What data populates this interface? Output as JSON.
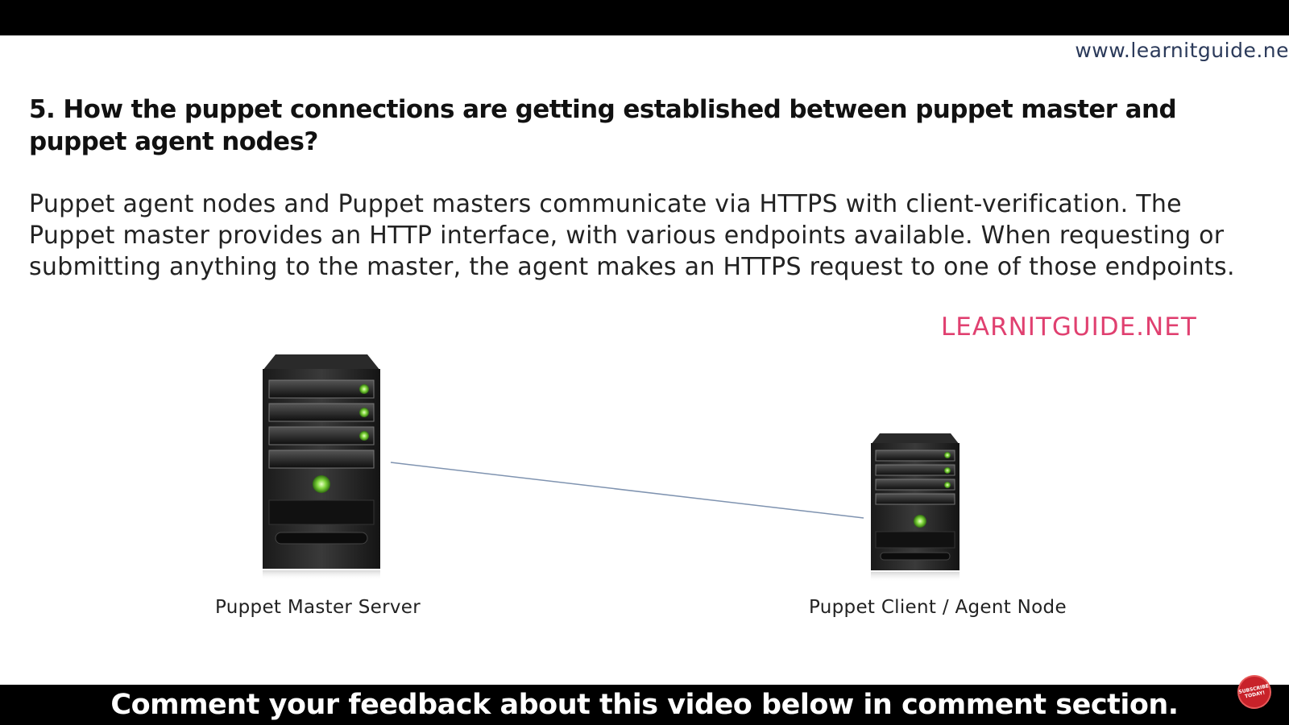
{
  "slide": {
    "site_url": "www.learnitguide.ne",
    "question": "5. How the puppet connections are getting established between puppet master and puppet agent nodes?",
    "answer": "Puppet agent nodes and Puppet masters communicate via HTTPS with client-verification. The Puppet master provides an HTTP interface, with various endpoints available. When requesting or submitting anything to the master, the agent makes an HTTPS request to one of those endpoints.",
    "brand_text": "LEARNITGUIDE.NET",
    "brand_color": "#e04070",
    "diagram": {
      "master_label": "Puppet Master Server",
      "agent_label": "Puppet Client / Agent Node",
      "master_icon": "server-tower-icon",
      "agent_icon": "server-tower-icon",
      "connection_color": "#7f93b0"
    }
  },
  "caption_bar": {
    "text": "Comment your feedback about this video below in comment section.",
    "badge_text": "SUBSCRIBE TODAY!"
  }
}
